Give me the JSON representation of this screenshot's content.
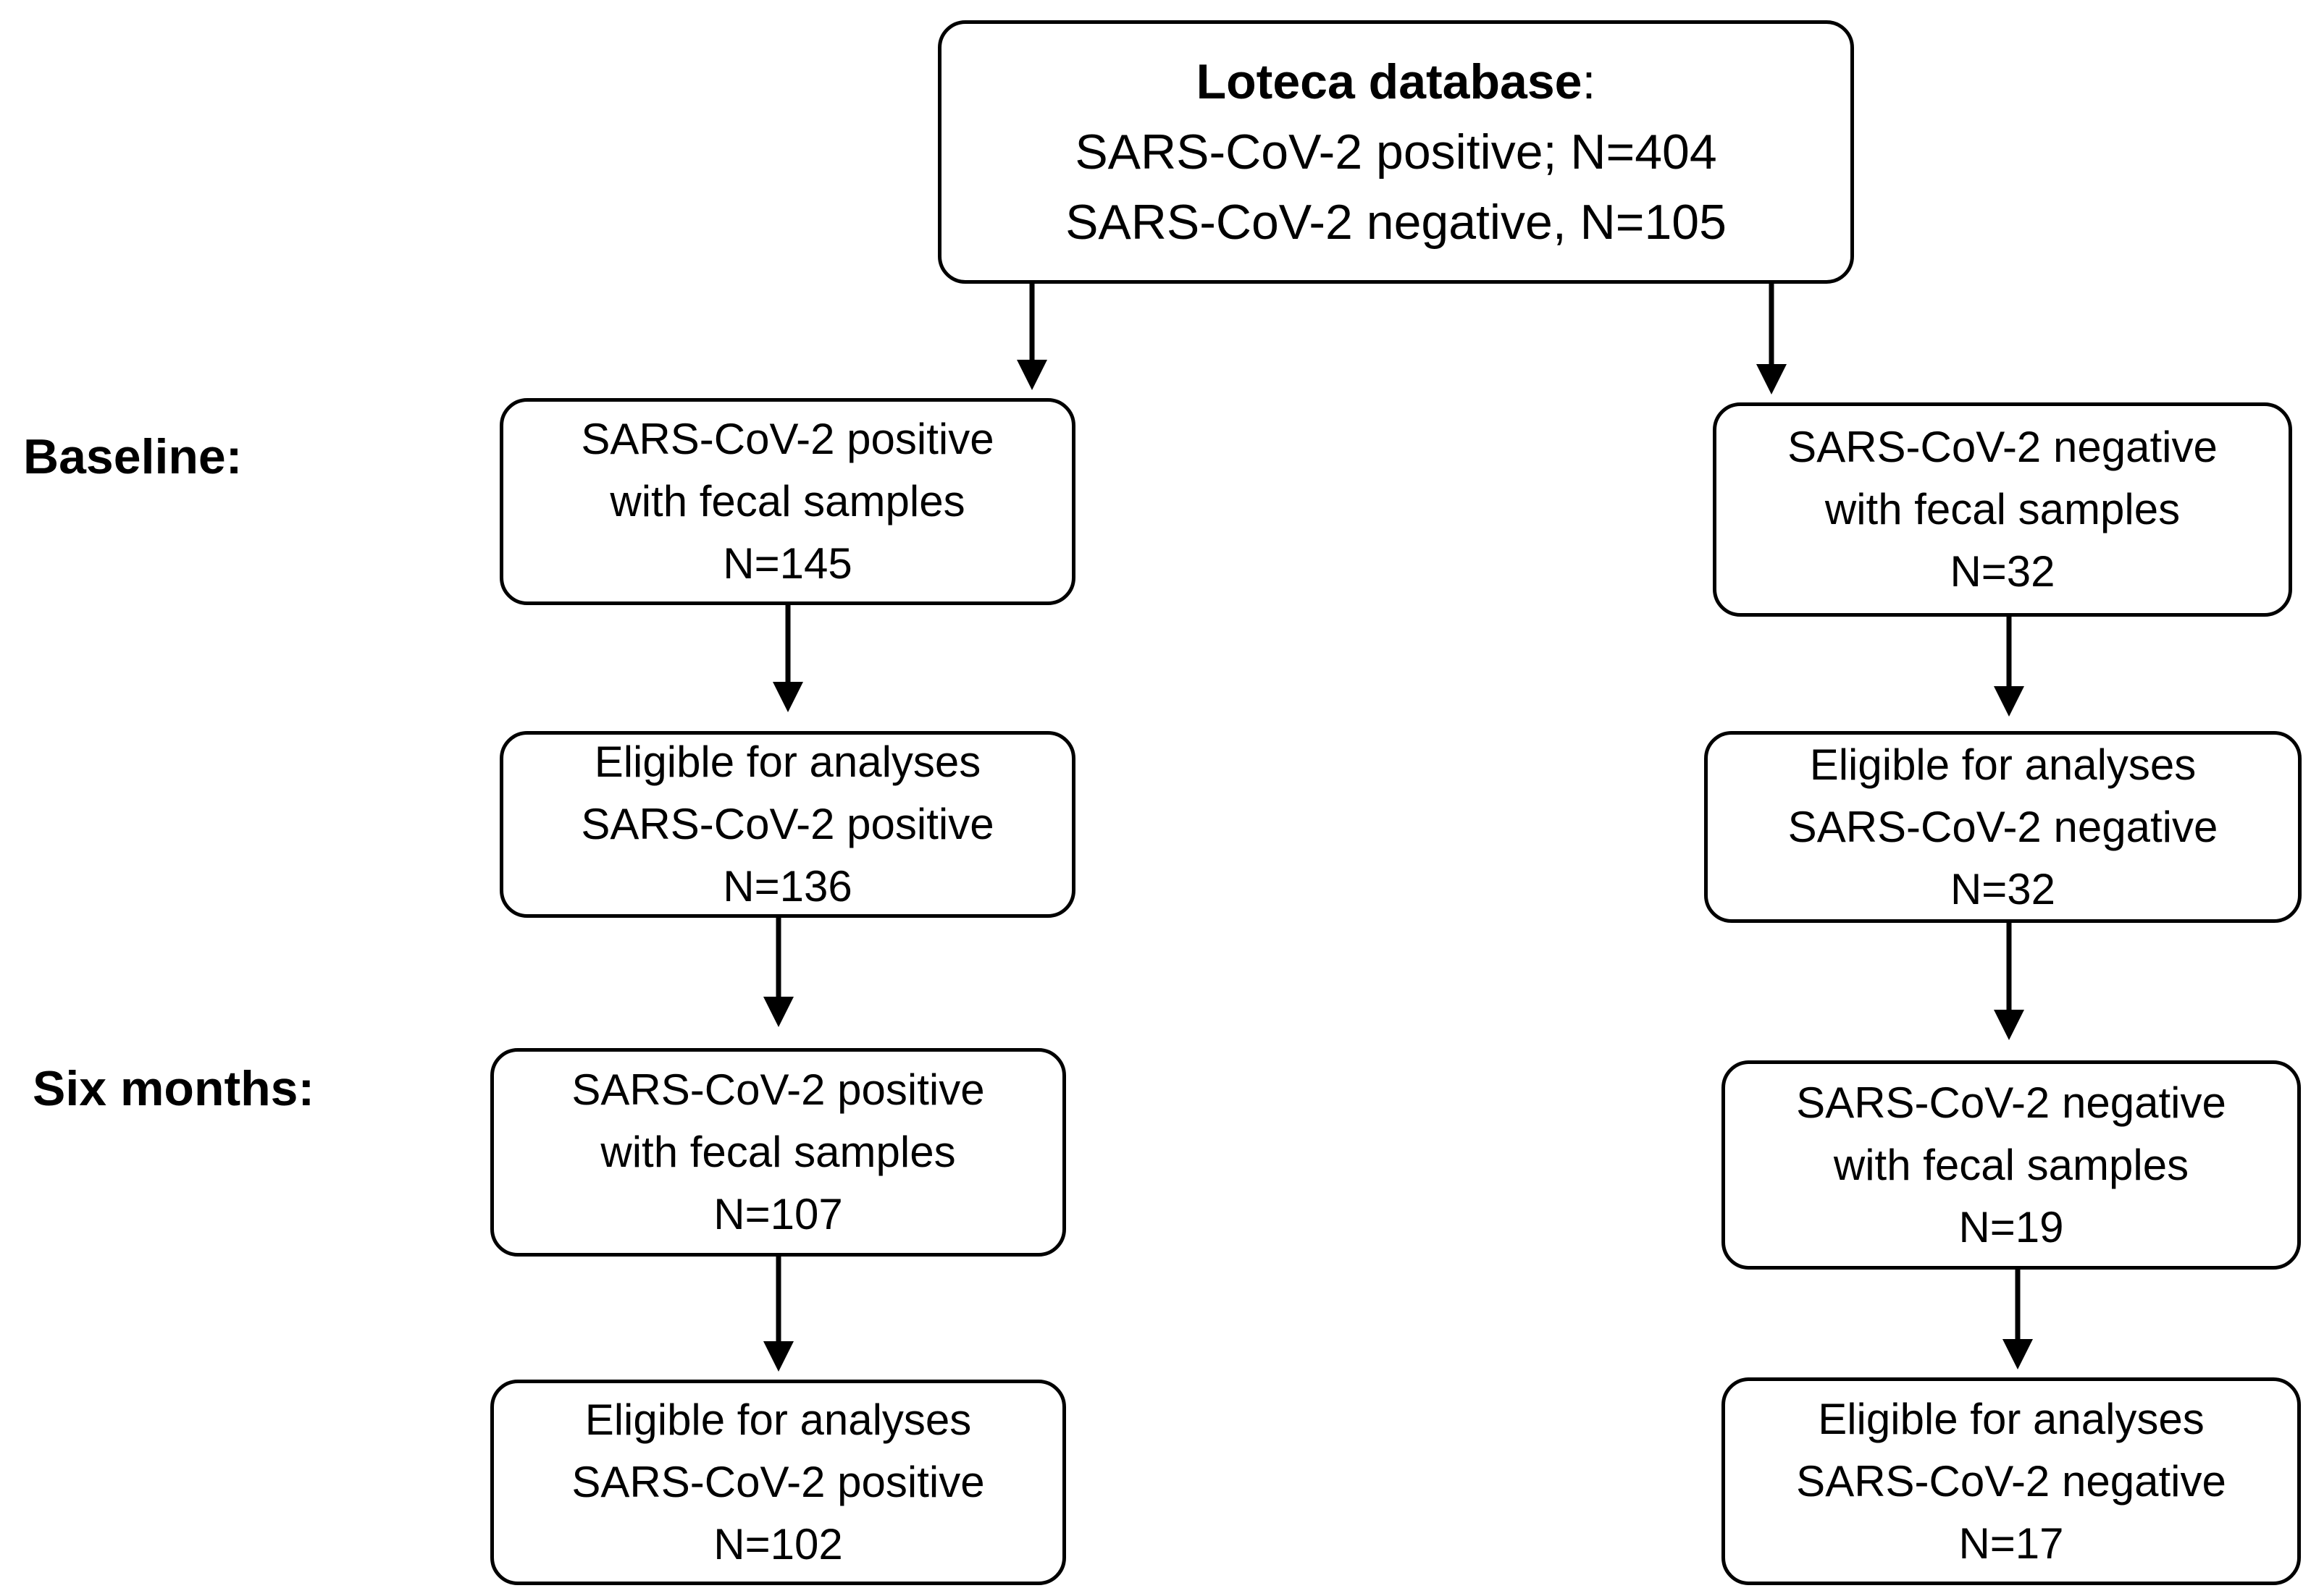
{
  "top_box": {
    "title": "Loteca database",
    "title_suffix": ":",
    "line2": "SARS-CoV-2 positive; N=404",
    "line3": "SARS-CoV-2 negative, N=105"
  },
  "stages": {
    "baseline": "Baseline:",
    "six_months": "Six months:"
  },
  "positive": {
    "baseline": {
      "line1": "SARS-CoV-2 positive",
      "line2": "with fecal samples",
      "line3": "N=145"
    },
    "baseline_eligible": {
      "line1": "Eligible for analyses",
      "line2": "SARS-CoV-2 positive",
      "line3": "N=136"
    },
    "six_months": {
      "line1": "SARS-CoV-2 positive",
      "line2": "with fecal samples",
      "line3": "N=107"
    },
    "six_months_eligible": {
      "line1": "Eligible for analyses",
      "line2": "SARS-CoV-2 positive",
      "line3": "N=102"
    }
  },
  "negative": {
    "baseline": {
      "line1": "SARS-CoV-2 negative",
      "line2": "with fecal samples",
      "line3": "N=32"
    },
    "baseline_eligible": {
      "line1": "Eligible for analyses",
      "line2": "SARS-CoV-2 negative",
      "line3": "N=32"
    },
    "six_months": {
      "line1": "SARS-CoV-2 negative",
      "line2": "with fecal samples",
      "line3": "N=19"
    },
    "six_months_eligible": {
      "line1": "Eligible for analyses",
      "line2": "SARS-CoV-2 negative",
      "line3": "N=17"
    }
  }
}
